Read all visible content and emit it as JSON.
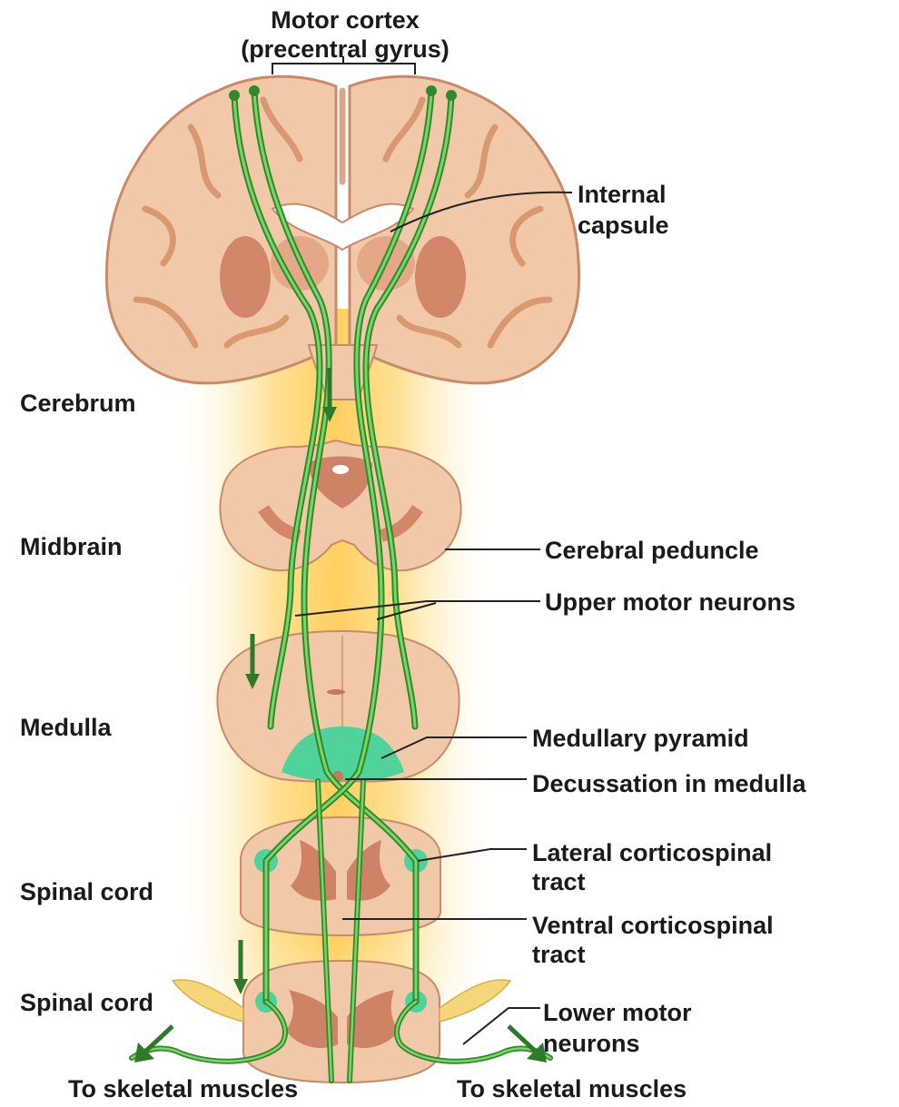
{
  "title": {
    "line1": "Motor cortex",
    "line2": "(precentral gyrus)"
  },
  "region_labels": {
    "cerebrum": "Cerebrum",
    "midbrain": "Midbrain",
    "medulla": "Medulla",
    "spinal_cord_upper": "Spinal cord",
    "spinal_cord_lower": "Spinal cord"
  },
  "callouts": {
    "internal_capsule_line1": "Internal",
    "internal_capsule_line2": "capsule",
    "cerebral_peduncle": "Cerebral peduncle",
    "upper_motor_neurons": "Upper motor neurons",
    "medullary_pyramid": "Medullary pyramid",
    "decussation": "Decussation in medulla",
    "lateral_tract_line1": "Lateral corticospinal",
    "lateral_tract_line2": "tract",
    "ventral_tract_line1": "Ventral corticospinal",
    "ventral_tract_line2": "tract",
    "lower_motor_neurons_line1": "Lower motor",
    "lower_motor_neurons_line2": "neurons"
  },
  "bottom_labels": {
    "left": "To skeletal muscles",
    "right": "To skeletal muscles"
  },
  "colors": {
    "tissue": "#f2c9a8",
    "tissue_dark": "#d98a6a",
    "gray_matter": "#c9775a",
    "tract_green": "#5fbf4a",
    "tract_dark": "#2e8a2a",
    "pyramid_fill": "#4fd39a",
    "glow": "#ffd36a",
    "nerve_yellow": "#f5d67a"
  }
}
